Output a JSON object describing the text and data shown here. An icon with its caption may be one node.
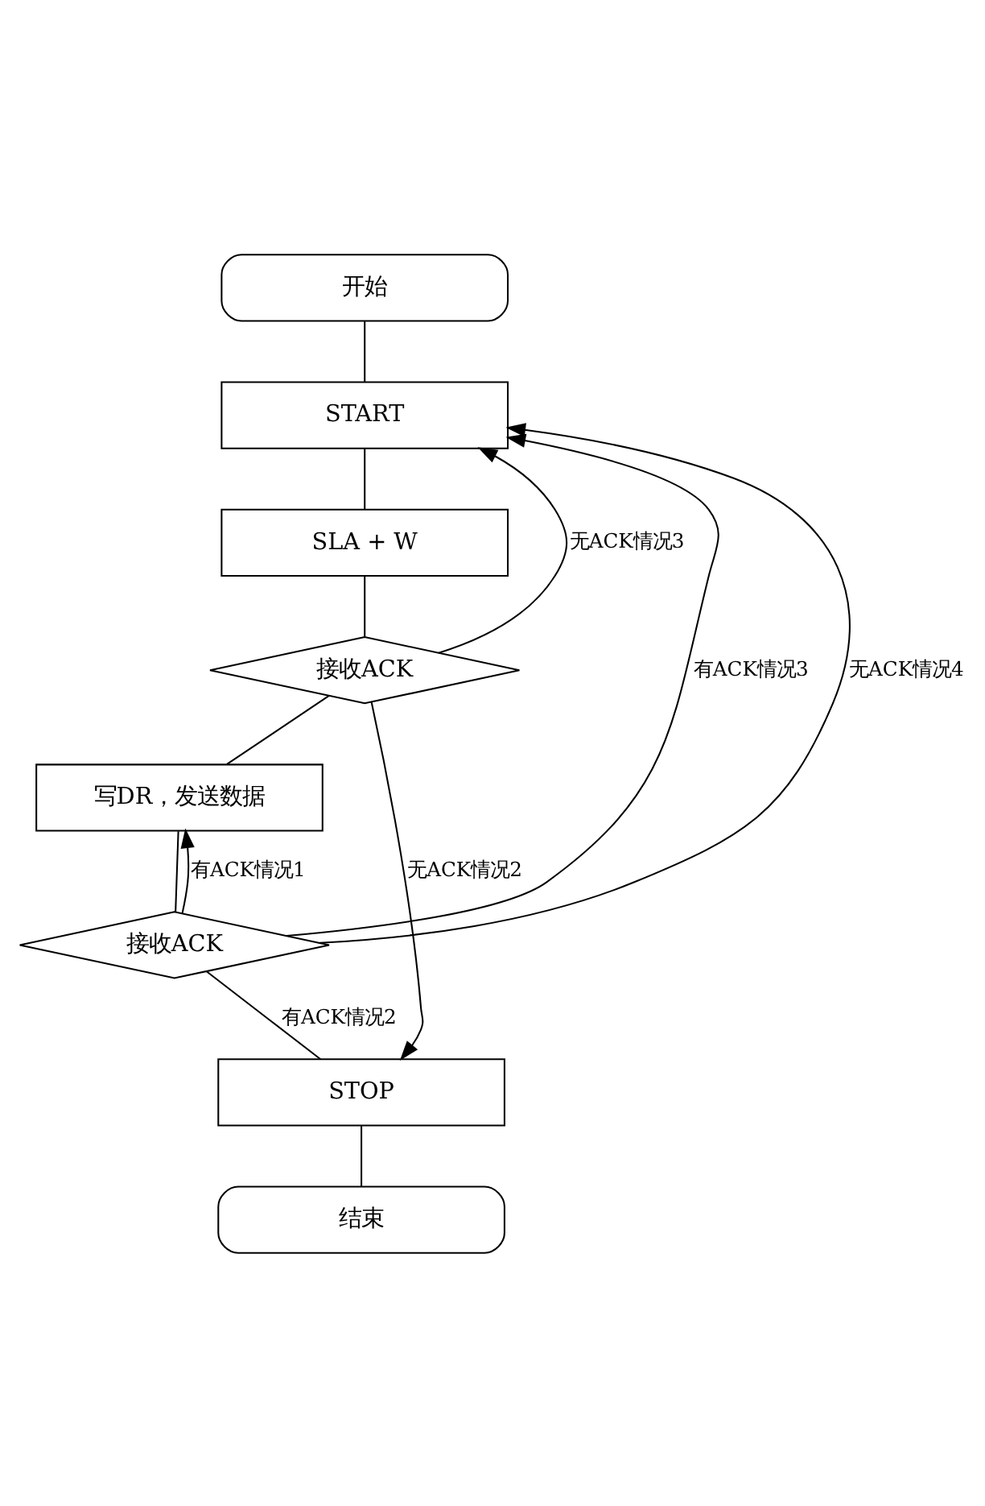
{
  "diagram": {
    "nodes": [
      {
        "text": [
          "开始"
        ]
      },
      {
        "text": [
          "START"
        ]
      },
      {
        "text": [
          "SLA + W"
        ]
      },
      {
        "text": [
          "接收ACK"
        ]
      },
      {
        "text": [
          "写DR，发送数据"
        ]
      },
      {
        "text": [
          "接收ACK"
        ]
      },
      {
        "text": [
          "STOP"
        ]
      },
      {
        "text": [
          "结束"
        ]
      }
    ],
    "edges": [
      {
        "from": 0,
        "to": 1,
        "arrow": "none"
      },
      {
        "from": 1,
        "to": 2,
        "arrow": "none"
      },
      {
        "from": 2,
        "to": 3,
        "arrow": "none"
      },
      {
        "from": 3,
        "to": 1,
        "arrow": "to",
        "label": "无ACK情况3"
      },
      {
        "from": 3,
        "to": 6,
        "arrow": "to",
        "label": "无ACK情况2"
      },
      {
        "from": 3,
        "to": 4,
        "arrow": "none"
      },
      {
        "from": 4,
        "to": 5,
        "arrow": "none"
      },
      {
        "from": 5,
        "to": 1,
        "arrow": "to",
        "label": "有ACK情况3"
      },
      {
        "from": 5,
        "to": 4,
        "arrow": "to",
        "label": "有ACK情况1"
      },
      {
        "from": 5,
        "to": 6,
        "arrow": "none",
        "label": "有ACK情况2"
      },
      {
        "from": 5,
        "to": 1,
        "arrow": "to",
        "label": "无ACK情况4"
      },
      {
        "from": 6,
        "to": 7,
        "arrow": "none"
      }
    ]
  }
}
